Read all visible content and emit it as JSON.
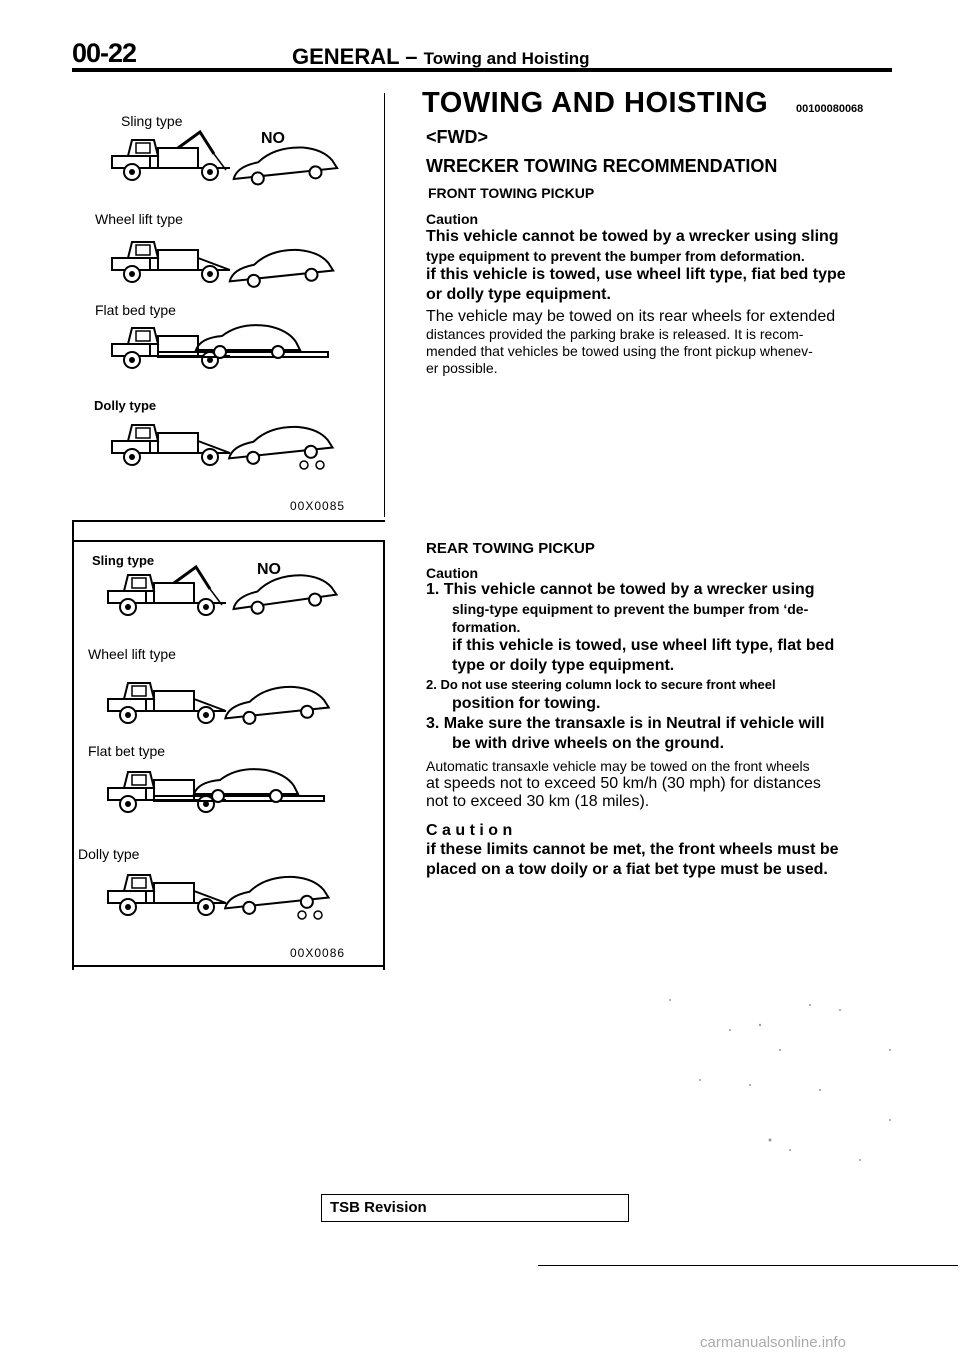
{
  "header": {
    "page_code": "00-22",
    "section": "GENERAL",
    "dash": "–",
    "subsection": "Towing and Hoisting"
  },
  "fig1": {
    "labels": [
      "Sling type",
      "Wheel lift type",
      "Flat bed type",
      "Dolly type"
    ],
    "no_mark": "NO",
    "code": "00X0085"
  },
  "fig2": {
    "labels": [
      "Sling type",
      "Wheel lift type",
      "Flat bet type",
      "Dolly type"
    ],
    "no_mark": "NO",
    "code": "00X0086"
  },
  "title": "TOWING AND HOISTING",
  "title_code": "00100080068",
  "fwd": "<FWD>",
  "wrecker_heading": "WRECKER TOWING RECOMMENDATION",
  "front": {
    "heading": "FRONT TOWING PICKUP",
    "caution_label": "Caution",
    "caution_lines": [
      "This vehicle cannot be towed by a wrecker using sling",
      "type equipment to prevent the bumper from deformation.",
      "if this vehicle is towed, use wheel lift type, fiat bed type",
      "or dolly type equipment."
    ],
    "para_lines": [
      "The vehicle may be towed on its rear wheels for extended",
      "distances provided the parking brake is released. It is recom-",
      "mended that vehicles be towed using the front pickup whenev-",
      "er possible."
    ]
  },
  "rear": {
    "heading": "REAR TOWING PICKUP",
    "caution_label": "Caution",
    "item_lines": [
      "1. This vehicle cannot be towed by a wrecker using",
      "sling-type equipment to prevent the bumper from ‘de-",
      "formation.",
      "if this vehicle is towed, use wheel lift type, flat bed",
      "type or doily type equipment.",
      "2. Do not use steering column lock to secure front wheel",
      "position for towing.",
      "3. Make sure the transaxle is in Neutral if vehicle will",
      "be with drive wheels on the ground."
    ],
    "para_lines": [
      "Automatic transaxle vehicle may be towed on the front wheels",
      "at speeds not to exceed 50 km/h (30 mph) for distances",
      "not to exceed 30 km (18 miles)."
    ],
    "caution2_label": "C a u t i o n",
    "caution2_lines": [
      "if these limits cannot be met, the front wheels must be",
      "placed on a tow doily or a fiat bet type must be used."
    ]
  },
  "footer": {
    "tsb": "TSB Revision",
    "watermark": "carmanualsonline.info"
  }
}
